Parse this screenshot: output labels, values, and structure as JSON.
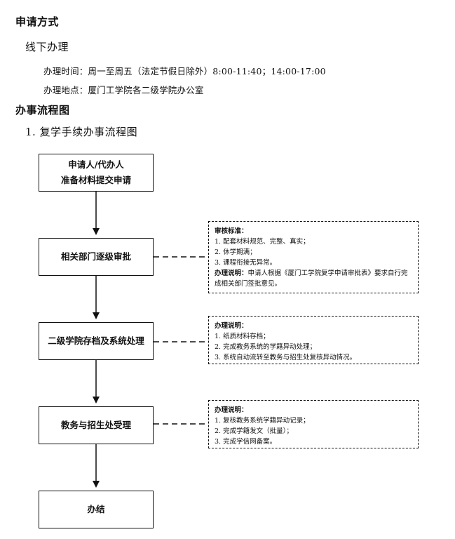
{
  "sections": {
    "apply_method_title": "申请方式",
    "offline_title": "线下办理",
    "office_hours": "办理时间：周一至周五（法定节假日除外）8:00-11:40；14:00-17:00",
    "office_location": "办理地点：厦门工学院各二级学院办公室",
    "process_title": "办事流程图",
    "flow_title": "1. 复学手续办事流程图"
  },
  "flowchart": {
    "steps": [
      {
        "line1": "申请人/代办人",
        "line2": "准备材料提交申请"
      },
      {
        "line1": "相关部门逐级审批"
      },
      {
        "line1": "二级学院存档及系统处理"
      },
      {
        "line1": "教务与招生处受理"
      },
      {
        "line1": "办结"
      }
    ],
    "notes": [
      {
        "title": "审核标准：",
        "items": [
          "1. 配套材料规范、完整、真实；",
          "2. 休学期满；",
          "3. 课程衔接无异常。"
        ],
        "extra_label": "办理说明：",
        "extra_text": "申请人根据《厦门工学院复学申请审批表》要求自行完成相关部门签批意见。"
      },
      {
        "title": "办理说明：",
        "items": [
          "1. 纸质材料存档；",
          "2. 完成教务系统的学籍异动处理；",
          "3. 系统自动流转至教务与招生处复核异动情况。"
        ]
      },
      {
        "title": "办理说明：",
        "items": [
          "1. 复核教务系统学籍异动记录；",
          "2. 完成学籍发文（批量）；",
          "3. 完成学信网备案。"
        ]
      }
    ]
  }
}
